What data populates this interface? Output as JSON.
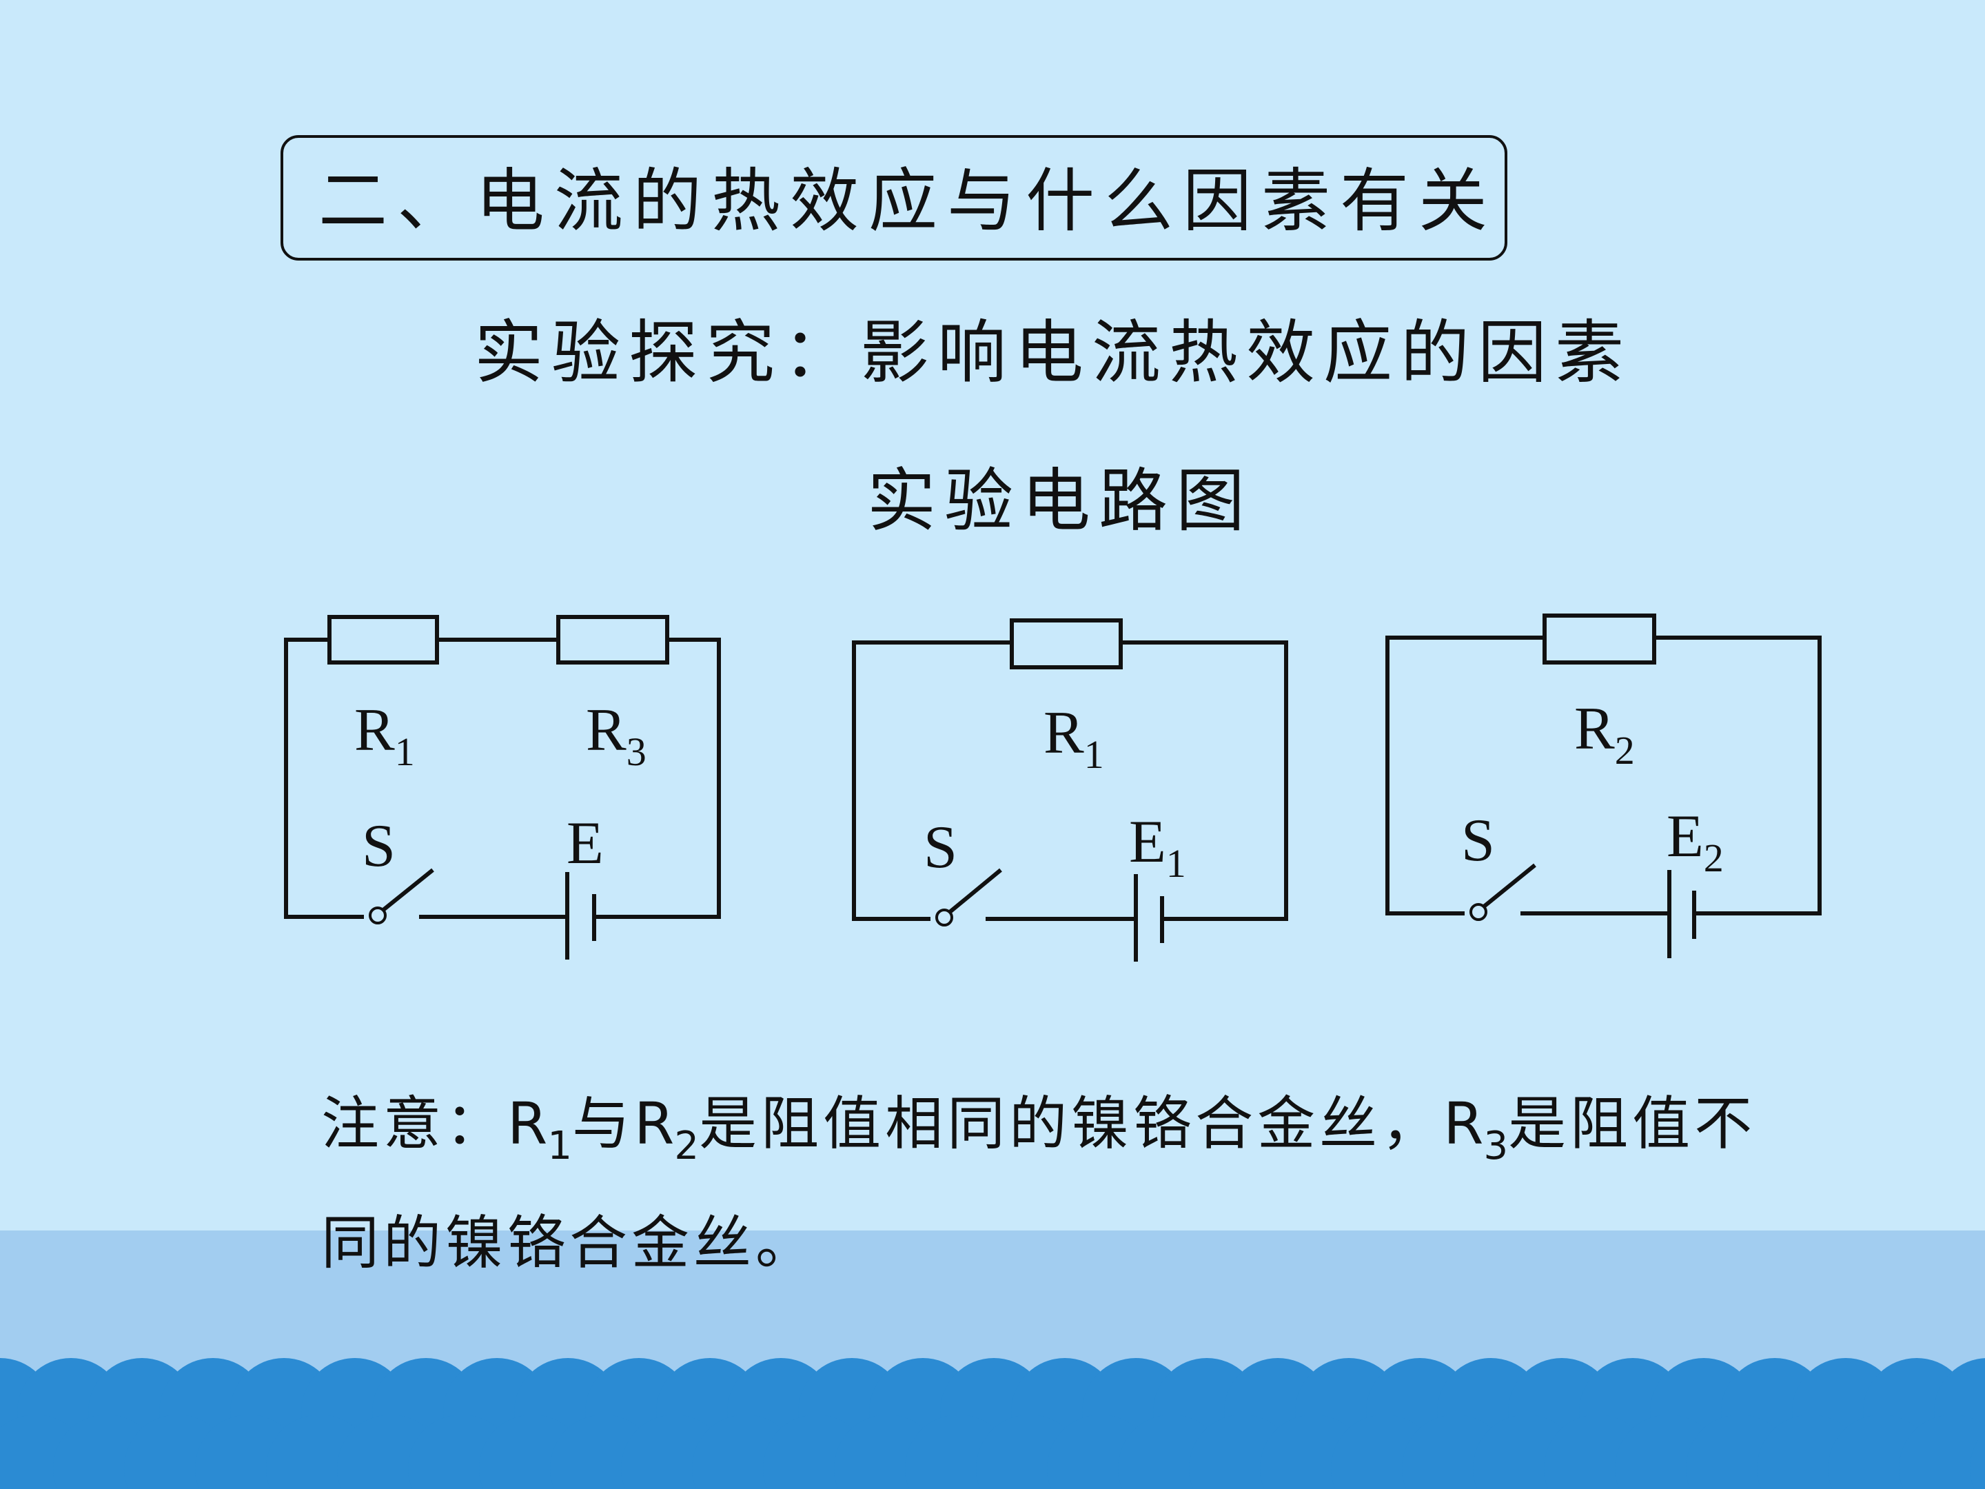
{
  "title": "二、电流的热效应与什么因素有关",
  "subtitle": "实验探究：影响电流热效应的因素",
  "diagram_title": "实验电路图",
  "circuits": [
    {
      "resistors": [
        {
          "label": "R",
          "sub": "1"
        },
        {
          "label": "R",
          "sub": "3"
        }
      ],
      "switch": {
        "label": "S"
      },
      "battery": {
        "label": "E",
        "sub": ""
      }
    },
    {
      "resistors": [
        {
          "label": "R",
          "sub": "1"
        }
      ],
      "switch": {
        "label": "S"
      },
      "battery": {
        "label": "E",
        "sub": "1"
      }
    },
    {
      "resistors": [
        {
          "label": "R",
          "sub": "2"
        }
      ],
      "switch": {
        "label": "S"
      },
      "battery": {
        "label": "E",
        "sub": "2"
      }
    }
  ],
  "note": {
    "prefix": "注意：",
    "r1": "R",
    "r1_sub": "1",
    "and": "与",
    "r2": "R",
    "r2_sub": "2",
    "mid": "是阻值相同的镍铬合金丝，",
    "r3": "R",
    "r3_sub": "3",
    "tail": "是阻值不",
    "line2": "同的镍铬合金丝。"
  },
  "colors": {
    "background": "#c9e9fb",
    "band": "#a2cdf0",
    "wave": "#2b8bd3",
    "ink": "#111111"
  }
}
